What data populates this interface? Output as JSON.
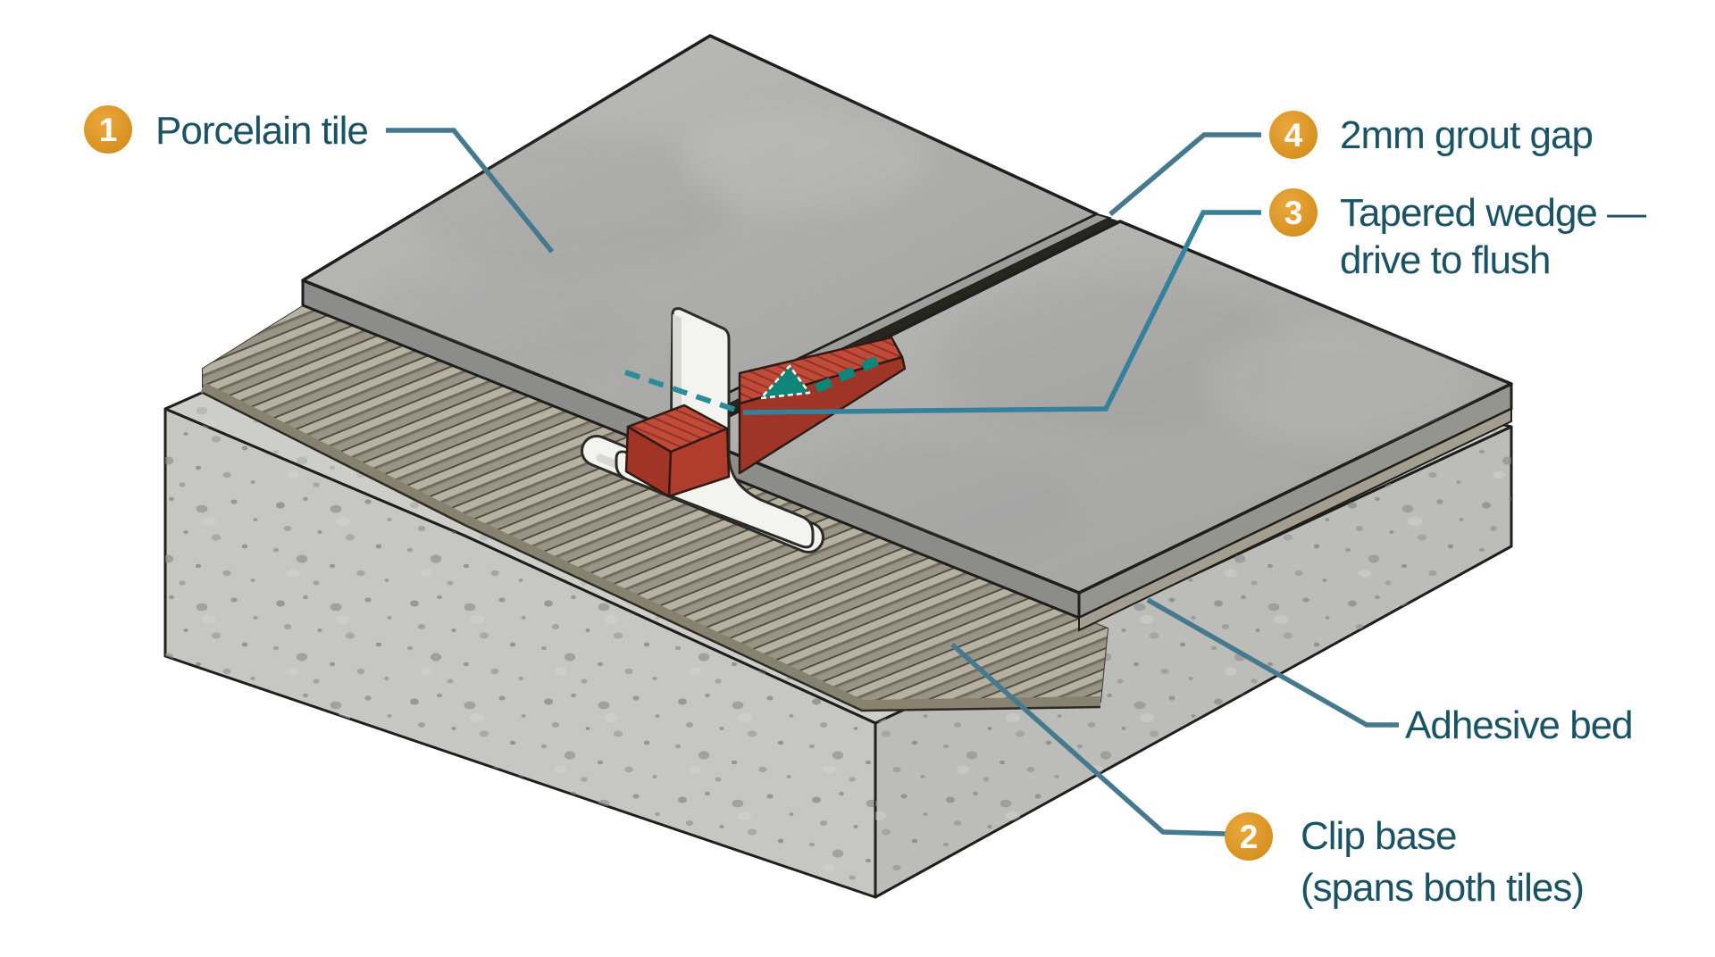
{
  "figure": {
    "kind": "technical-illustration",
    "subject": "Tile leveling system cross-section",
    "callouts": {
      "c1": {
        "number": "1",
        "line1": "Porcelain tile"
      },
      "c2": {
        "number": "2",
        "line1": "Clip base",
        "line2": "(spans both tiles)"
      },
      "c3": {
        "number": "3",
        "line1": "Tapered wedge —",
        "line2": "drive to flush"
      },
      "c4": {
        "number": "4",
        "line1": "2mm grout gap"
      },
      "adhesive": {
        "line1": "Adhesive bed"
      }
    },
    "colors": {
      "badge_orange": "#DC9627",
      "label_teal": "#1A5365",
      "leader_line": "#44798E",
      "tile_gray": "#ADADAB",
      "adhesive_tan": "#A49E90",
      "concrete_gray": "#C6C6C3",
      "wedge_red": "#BA4334",
      "arrow_teal": "#0E8578",
      "clip_white": "#F3F3F0"
    }
  }
}
